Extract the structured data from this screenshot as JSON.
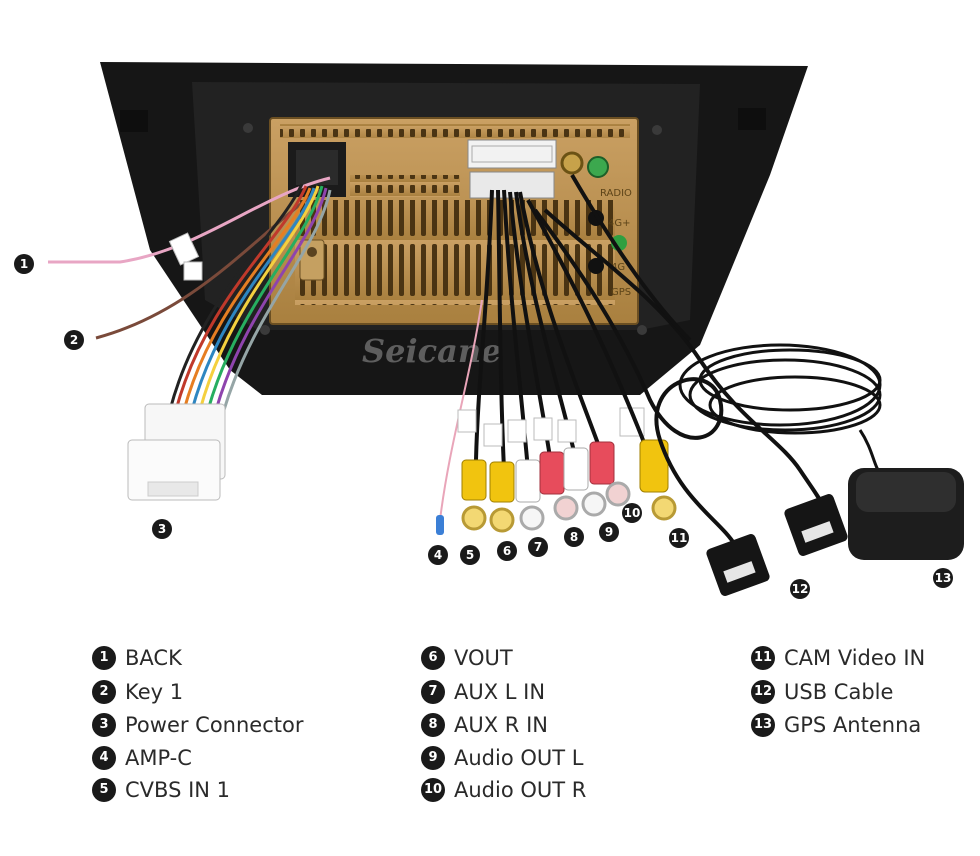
{
  "watermark": "Seicane",
  "unit_labels": {
    "radio": "RADIO",
    "fourg_plus": "4G+",
    "fourg": "4G",
    "gps": "GPS"
  },
  "callouts": [
    "1",
    "2",
    "3",
    "4",
    "5",
    "6",
    "7",
    "8",
    "9",
    "10",
    "11",
    "12",
    "13"
  ],
  "legend": [
    {
      "num": "1",
      "label": "BACK"
    },
    {
      "num": "2",
      "label": "Key 1"
    },
    {
      "num": "3",
      "label": "Power Connector"
    },
    {
      "num": "4",
      "label": "AMP-C"
    },
    {
      "num": "5",
      "label": "CVBS IN 1"
    },
    {
      "num": "6",
      "label": "VOUT"
    },
    {
      "num": "7",
      "label": "AUX L IN"
    },
    {
      "num": "8",
      "label": "AUX R IN"
    },
    {
      "num": "9",
      "label": "Audio OUT L"
    },
    {
      "num": "10",
      "label": "Audio OUT R"
    },
    {
      "num": "11",
      "label": "CAM Video IN"
    },
    {
      "num": "12",
      "label": "USB Cable"
    },
    {
      "num": "13",
      "label": "GPS Antenna"
    }
  ]
}
